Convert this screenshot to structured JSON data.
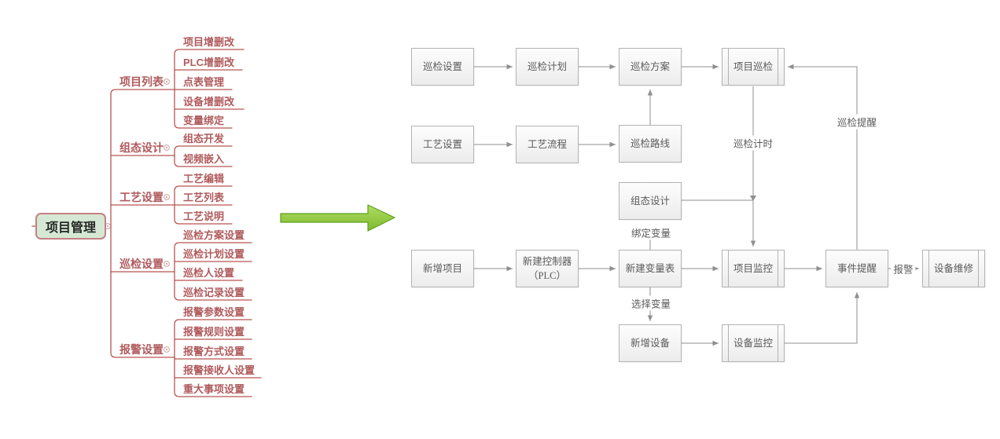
{
  "colors": {
    "mindmap-line": "#b85450",
    "mindmap-text": "#b05a5c",
    "ring": "#cda0a1",
    "root-fill": "#d5e8d4",
    "root-border": "#c48184",
    "root-text": "#262626",
    "flow-border": "#b3b3b3",
    "flow-text": "#5a5a5a",
    "flow-line": "#8f8f8f",
    "green": "#8dc63f",
    "green-dark": "#5f9e1d"
  },
  "mindmap": {
    "root": "项目管理",
    "branches": [
      {
        "label": "项目列表",
        "children": [
          "项目增删改",
          "PLC增删改",
          "点表管理",
          "设备增删改",
          "变量绑定"
        ]
      },
      {
        "label": "组态设计",
        "children": [
          "组态开发",
          "视频嵌入"
        ]
      },
      {
        "label": "工艺设置",
        "children": [
          "工艺编辑",
          "工艺列表",
          "工艺说明"
        ]
      },
      {
        "label": "巡检设置",
        "children": [
          "巡检方案设置",
          "巡检计划设置",
          "巡检人设置",
          "巡检记录设置"
        ]
      },
      {
        "label": "报警设置",
        "children": [
          "报警参数设置",
          "报警规则设置",
          "报警方式设置",
          "报警接收人设置",
          "重大事项设置"
        ]
      }
    ]
  },
  "flowchart": {
    "nodes": [
      {
        "label": "巡检设置",
        "shape": "rect"
      },
      {
        "label": "巡检计划",
        "shape": "rect"
      },
      {
        "label": "巡检方案",
        "shape": "rect"
      },
      {
        "label": "项目巡检",
        "shape": "subprocess"
      },
      {
        "label": "工艺设置",
        "shape": "rect"
      },
      {
        "label": "工艺流程",
        "shape": "rect"
      },
      {
        "label": "巡检路线",
        "shape": "rect"
      },
      {
        "label": "组态设计",
        "shape": "rect"
      },
      {
        "label": "新增项目",
        "shape": "rect"
      },
      {
        "label": "新建控制器\n（PLC）",
        "shape": "rect"
      },
      {
        "label": "新建变量表",
        "shape": "rect"
      },
      {
        "label": "项目监控",
        "shape": "subprocess"
      },
      {
        "label": "事件提醒",
        "shape": "rect"
      },
      {
        "label": "设备维修",
        "shape": "subprocess"
      },
      {
        "label": "新增设备",
        "shape": "rect"
      },
      {
        "label": "设备监控",
        "shape": "subprocess"
      }
    ],
    "edge_labels": [
      {
        "label": "巡检计时"
      },
      {
        "label": "巡检提醒"
      },
      {
        "label": "绑定变量"
      },
      {
        "label": "选择变量"
      },
      {
        "label": "报警"
      }
    ]
  }
}
